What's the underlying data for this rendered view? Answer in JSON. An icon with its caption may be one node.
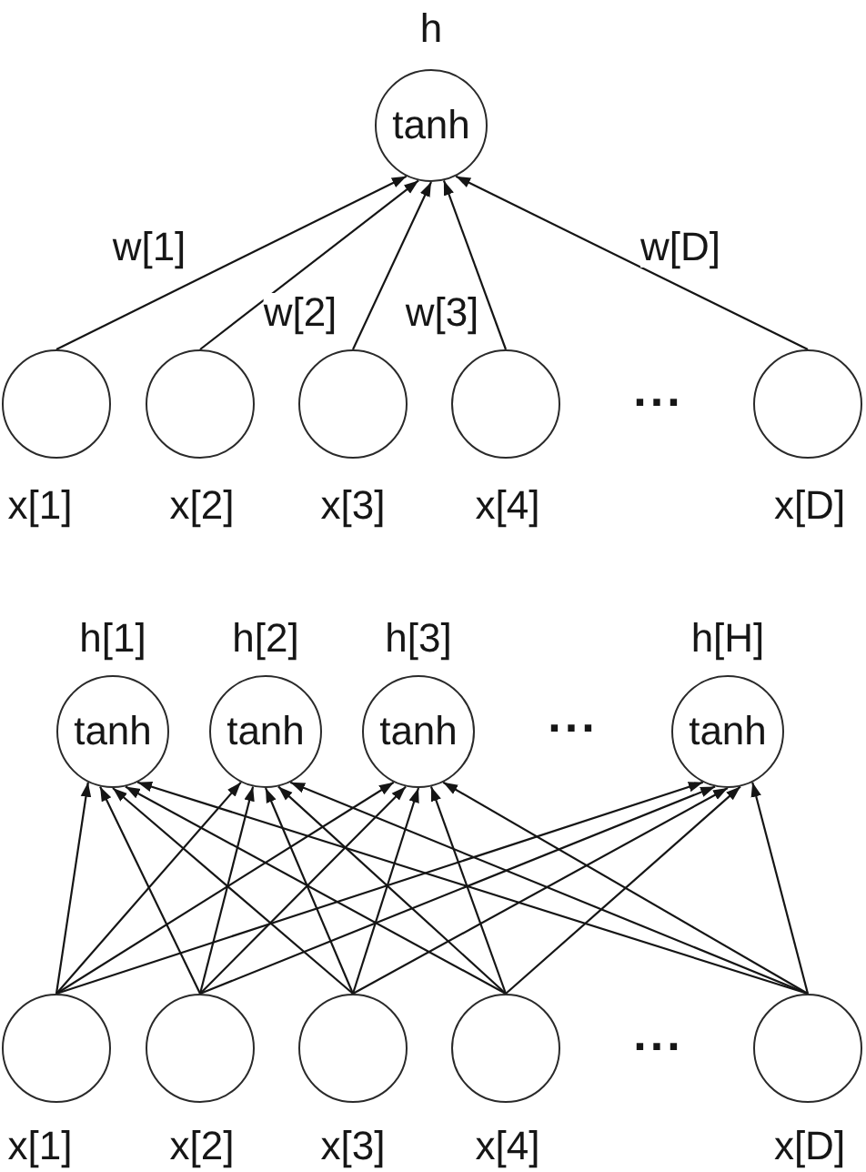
{
  "diagram": {
    "nodes": [
      {
        "text": [
          "tanh"
        ],
        "beside": [
          "h"
        ]
      },
      {
        "text": [],
        "shape": "circle",
        "beside": [
          "x[1]"
        ]
      },
      {
        "text": [],
        "shape": "circle",
        "beside": [
          "x[2]"
        ]
      },
      {
        "text": [],
        "shape": "circle",
        "beside": [
          "x[3]"
        ]
      },
      {
        "text": [],
        "shape": "circle",
        "beside": [
          "x[4]"
        ]
      },
      {
        "text": [],
        "shape": "circle",
        "beside": [
          "x[D]"
        ]
      },
      {
        "text": [
          "tanh"
        ],
        "beside": [
          "h[1]"
        ]
      },
      {
        "text": [
          "tanh"
        ],
        "beside": [
          "h[2]"
        ]
      },
      {
        "text": [
          "tanh"
        ],
        "beside": [
          "h[3]"
        ]
      },
      {
        "text": [
          "tanh"
        ],
        "beside": [
          "h[H]"
        ]
      },
      {
        "text": [],
        "shape": "circle",
        "beside": [
          "x[1]"
        ]
      },
      {
        "text": [],
        "shape": "circle",
        "beside": [
          "x[2]"
        ]
      },
      {
        "text": [],
        "shape": "circle",
        "beside": [
          "x[3]"
        ]
      },
      {
        "text": [],
        "shape": "circle",
        "beside": [
          "x[4]"
        ]
      },
      {
        "text": [],
        "shape": "circle",
        "beside": [
          "x[D]"
        ]
      }
    ],
    "edges": [
      {
        "from": 1,
        "to": 0,
        "arrow": "to",
        "label": "w[1]"
      },
      {
        "from": 2,
        "to": 0,
        "arrow": "to",
        "label": "w[2]"
      },
      {
        "from": 3,
        "to": 0,
        "arrow": "to",
        "label": "w[3]"
      },
      {
        "from": 4,
        "to": 0,
        "arrow": "to"
      },
      {
        "from": 5,
        "to": 0,
        "arrow": "to",
        "label": "w[D]"
      },
      {
        "from": 10,
        "to": 6,
        "arrow": "to"
      },
      {
        "from": 10,
        "to": 7,
        "arrow": "to"
      },
      {
        "from": 10,
        "to": 8,
        "arrow": "to"
      },
      {
        "from": 10,
        "to": 9,
        "arrow": "to"
      },
      {
        "from": 11,
        "to": 6,
        "arrow": "to"
      },
      {
        "from": 11,
        "to": 7,
        "arrow": "to"
      },
      {
        "from": 11,
        "to": 8,
        "arrow": "to"
      },
      {
        "from": 11,
        "to": 9,
        "arrow": "to"
      },
      {
        "from": 12,
        "to": 6,
        "arrow": "to"
      },
      {
        "from": 12,
        "to": 7,
        "arrow": "to"
      },
      {
        "from": 12,
        "to": 8,
        "arrow": "to"
      },
      {
        "from": 12,
        "to": 9,
        "arrow": "to"
      },
      {
        "from": 13,
        "to": 6,
        "arrow": "to"
      },
      {
        "from": 13,
        "to": 7,
        "arrow": "to"
      },
      {
        "from": 13,
        "to": 8,
        "arrow": "to"
      },
      {
        "from": 13,
        "to": 9,
        "arrow": "to"
      },
      {
        "from": 14,
        "to": 6,
        "arrow": "to"
      },
      {
        "from": 14,
        "to": 7,
        "arrow": "to"
      },
      {
        "from": 14,
        "to": 8,
        "arrow": "to"
      },
      {
        "from": 14,
        "to": 9,
        "arrow": "to"
      }
    ],
    "labels": [
      "...",
      "...",
      "..."
    ]
  }
}
